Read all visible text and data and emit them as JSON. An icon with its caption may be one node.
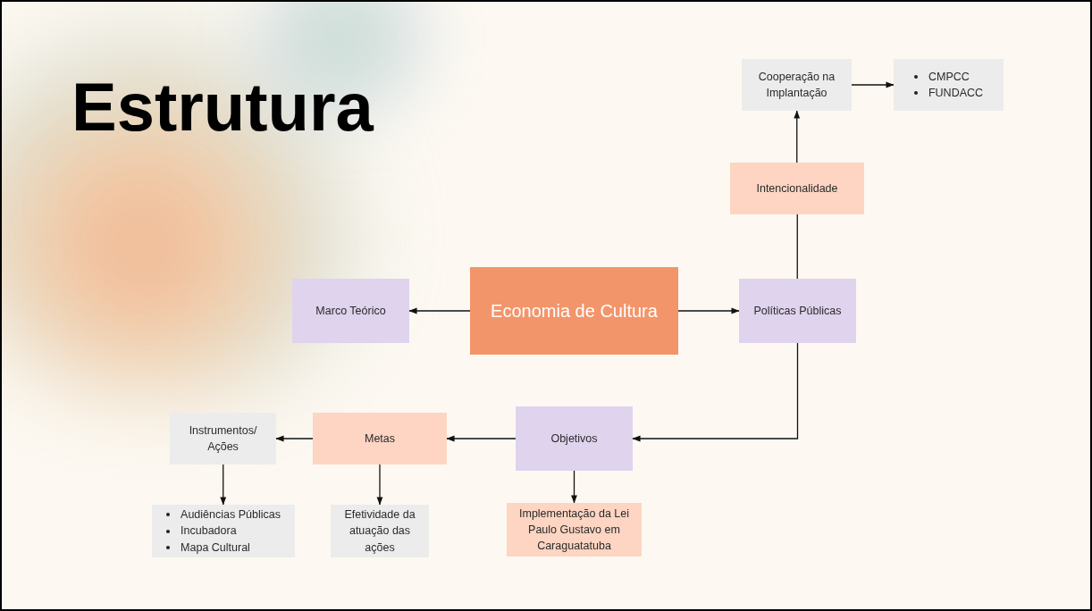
{
  "diagram": {
    "title": "Estrutura",
    "nodes": [
      {
        "text": [
          "Cooperação na Implantação"
        ]
      },
      {
        "text": [
          "CMPCC",
          "FUNDACC"
        ]
      },
      {
        "text": [
          "Intencionalidade"
        ]
      },
      {
        "text": [
          "Marco Teórico"
        ]
      },
      {
        "text": [
          "Economia de Cultura"
        ]
      },
      {
        "text": [
          "Políticas Públicas"
        ]
      },
      {
        "text": [
          "Instrumentos/ Ações"
        ]
      },
      {
        "text": [
          "Metas"
        ]
      },
      {
        "text": [
          "Objetivos"
        ]
      },
      {
        "text": [
          "Audiências Públicas",
          "Incubadora",
          "Mapa Cultural"
        ]
      },
      {
        "text": [
          "Efetividade da atuação das ações"
        ]
      },
      {
        "text": [
          "Implementação da Lei Paulo Gustavo em Caraguatatuba"
        ]
      }
    ],
    "edges": [
      {
        "from": 0,
        "to": 1,
        "arrow": "to"
      },
      {
        "from": 2,
        "to": 0,
        "arrow": "to"
      },
      {
        "from": 5,
        "to": 2,
        "arrow": "none"
      },
      {
        "from": 4,
        "to": 3,
        "arrow": "to"
      },
      {
        "from": 4,
        "to": 5,
        "arrow": "to"
      },
      {
        "from": 5,
        "to": 8,
        "arrow": "to"
      },
      {
        "from": 8,
        "to": 7,
        "arrow": "to"
      },
      {
        "from": 7,
        "to": 6,
        "arrow": "to"
      },
      {
        "from": 6,
        "to": 9,
        "arrow": "to"
      },
      {
        "from": 7,
        "to": 10,
        "arrow": "to"
      },
      {
        "from": 8,
        "to": 11,
        "arrow": "to"
      }
    ]
  }
}
